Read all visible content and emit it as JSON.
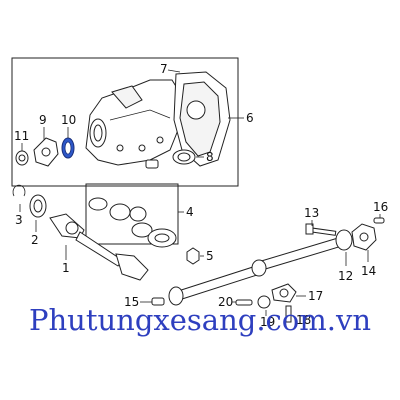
{
  "callouts": {
    "c1": "1",
    "c2": "2",
    "c3": "3",
    "c4": "4",
    "c5": "5",
    "c6": "6",
    "c7": "7",
    "c8": "8",
    "c9": "9",
    "c10": "10",
    "c11": "11",
    "c12": "12",
    "c13": "13",
    "c14": "14",
    "c15": "15",
    "c16": "16",
    "c17": "17",
    "c18": "18",
    "c19": "19",
    "c20": "20"
  },
  "watermark": "Phutungxesang.com.vn",
  "colors": {
    "watermark": "#2e3fbf",
    "seal_highlight": "#2d57c8",
    "line": "#222222"
  }
}
